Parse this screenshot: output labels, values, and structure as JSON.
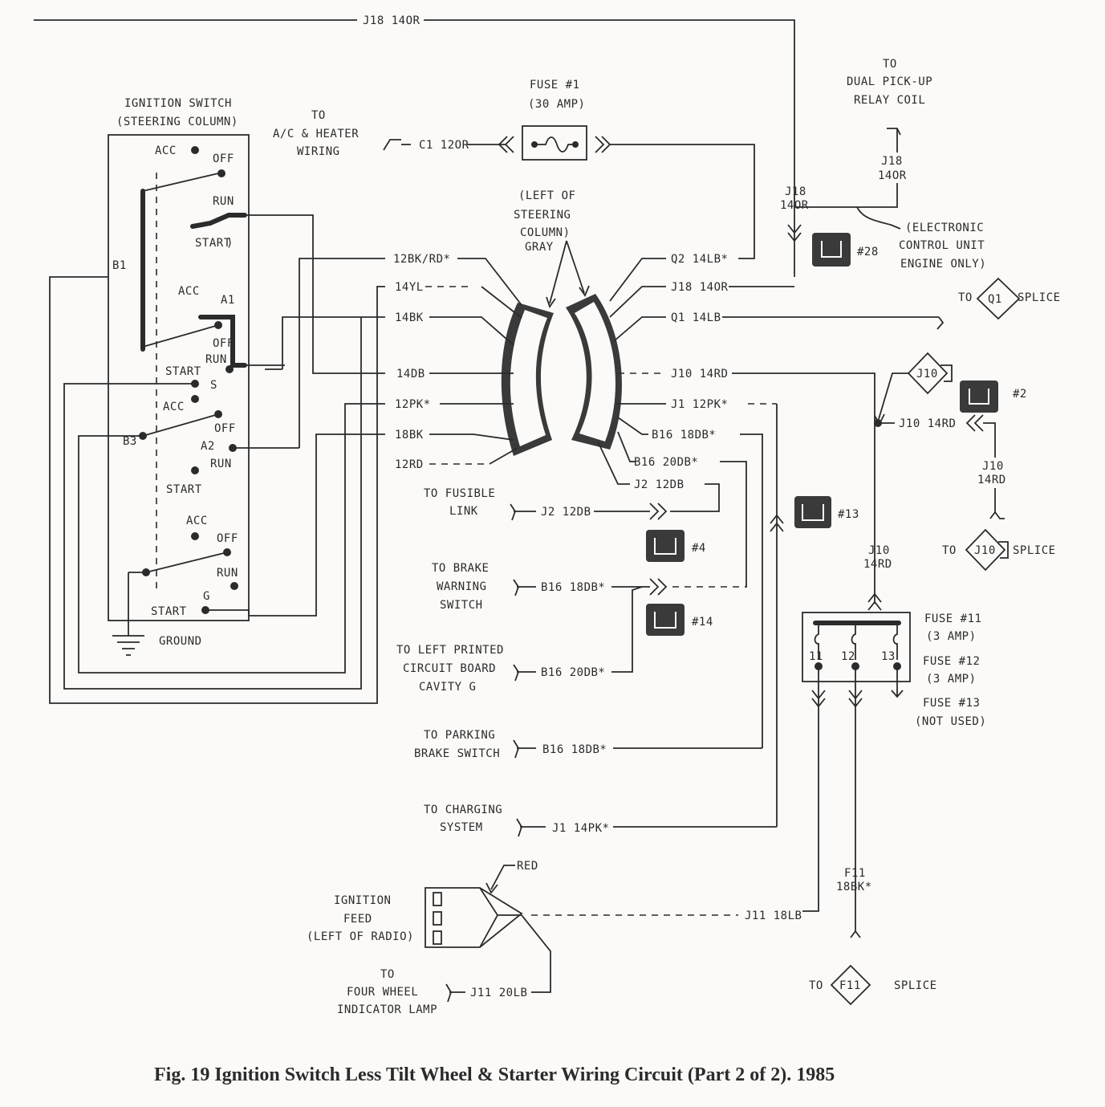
{
  "labels": {
    "top_wire": "J18 14OR",
    "ign_title1": "IGNITION SWITCH",
    "ign_title2": "(STEERING COLUMN)",
    "acc": "ACC",
    "off": "OFF",
    "run": "RUN",
    "start": "START",
    "b1": "B1",
    "a1": "A1",
    "s": "S",
    "b3": "B3",
    "a2": "A2",
    "g": "G",
    "ground": "GROUND",
    "ac_to": "TO",
    "ac_1": "A/C & HEATER",
    "ac_2": "WIRING",
    "c1": "C1 12OR",
    "fuse1_a": "FUSE #1",
    "fuse1_b": "(30 AMP)",
    "conn_a": "(LEFT OF",
    "conn_b": "STEERING",
    "conn_c": "COLUMN)",
    "conn_d": "GRAY",
    "w_12bkrd": "12BK/RD*",
    "w_14yl": "14YL",
    "w_14bk": "14BK",
    "w_14db": "14DB",
    "w_12pk": "12PK*",
    "w_18bk": "18BK",
    "w_12rd": "12RD",
    "w_q2": "Q2 14LB*",
    "w_j18": "J18 14OR",
    "w_q1": "Q1 14LB",
    "w_j10": "J10 14RD",
    "w_j1": "J1 12PK*",
    "w_b16a": "B16 18DB*",
    "w_b16b": "B16 20DB*",
    "w_j2": "J2 12DB",
    "dual_1": "TO",
    "dual_2": "DUAL PICK-UP",
    "dual_3": "RELAY COIL",
    "j18_v1": "J18",
    "j18_v2": "14OR",
    "j18_v3": "J18",
    "j18_v4": "14OR",
    "ecu_1": "(ELECTRONIC",
    "ecu_2": "CONTROL UNIT",
    "ecu_3": "ENGINE ONLY)",
    "n28": "#28",
    "to_q1": "TO",
    "q1": "Q1",
    "splice": "SPLICE",
    "j10_d": "J10",
    "n2": "#2",
    "j10_h": "J10 14RD",
    "j10_v1": "J10",
    "j10_v2": "14RD",
    "to_j10": "TO",
    "j10_d2": "J10",
    "splice2": "SPLICE",
    "n13": "#13",
    "j10_v3": "J10",
    "j10_v4": "14RD",
    "f11": "FUSE #11",
    "f11a": "(3 AMP)",
    "f12": "FUSE #12",
    "f12a": "(3 AMP)",
    "f13": "FUSE #13",
    "f13a": "(NOT USED)",
    "fn11": "11",
    "fn12": "12",
    "fn13": "13",
    "fus_1": "TO FUSIBLE",
    "fus_2": "LINK",
    "fus_w": "J2 12DB",
    "n4": "#4",
    "bw_1": "TO BRAKE",
    "bw_2": "WARNING",
    "bw_3": "SWITCH",
    "bw_w": "B16 18DB*",
    "n14": "#14",
    "pc_1": "TO LEFT PRINTED",
    "pc_2": "CIRCUIT BOARD",
    "pc_3": "CAVITY G",
    "pc_w": "B16 20DB*",
    "pb_1": "TO PARKING",
    "pb_2": "BRAKE SWITCH",
    "pb_w": "B16 18DB*",
    "cs_1": "TO CHARGING",
    "cs_2": "SYSTEM",
    "cs_w": "J1 14PK*",
    "red": "RED",
    "if_1": "IGNITION",
    "if_2": "FEED",
    "if_3": "(LEFT OF RADIO)",
    "j11a": "J11 18LB",
    "fwl_1": "TO",
    "fwl_2": "FOUR WHEEL",
    "fwl_3": "INDICATOR LAMP",
    "j11b": "J11 20LB",
    "f11w1": "F11",
    "f11w2": "18BK*",
    "to_f11": "TO",
    "f11d": "F11",
    "splice3": "SPLICE"
  },
  "caption": "Fig. 19 Ignition Switch  Less Tilt Wheel & Starter Wiring Circuit (Part 2 of 2). 1985"
}
